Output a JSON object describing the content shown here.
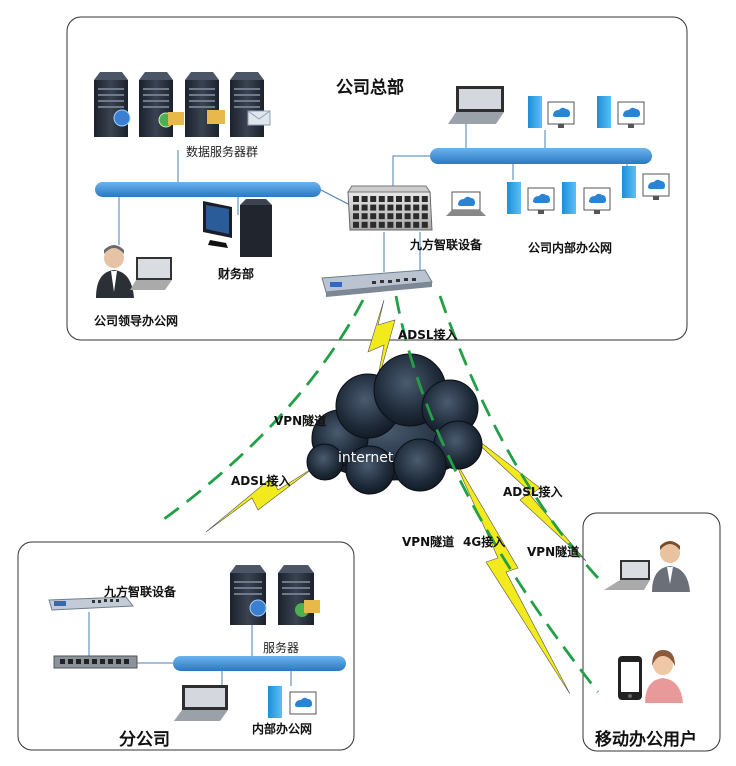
{
  "headquarters": {
    "title": "公司总部",
    "data_servers_label": "数据服务器群",
    "finance_label": "财务部",
    "leaders_label": "公司领导办公网",
    "device_label": "九方智联设备",
    "internal_label": "公司内部办公网"
  },
  "cloud": {
    "label": "internet"
  },
  "links": {
    "adsl_hq": "ADSL接入",
    "vpn_tunnel_left": "VPN隧道",
    "adsl_branch": "ADSL接入",
    "adsl_mobile": "ADSL接入",
    "vpn_tunnel_mid": "VPN隧道",
    "fourg": "4G接入",
    "vpn_tunnel_right": "VPN隧道"
  },
  "branch": {
    "title": "分公司",
    "device_label": "九方智联设备",
    "server_label": "服务器",
    "internal_label": "内部办公网"
  },
  "mobile": {
    "title": "移动办公用户"
  },
  "colors": {
    "bus": "#3a8fd6",
    "tunnel": "#22a046",
    "lightning": "#f2ea1c",
    "cloud": "#1d2a38",
    "server": "#2d3441"
  }
}
